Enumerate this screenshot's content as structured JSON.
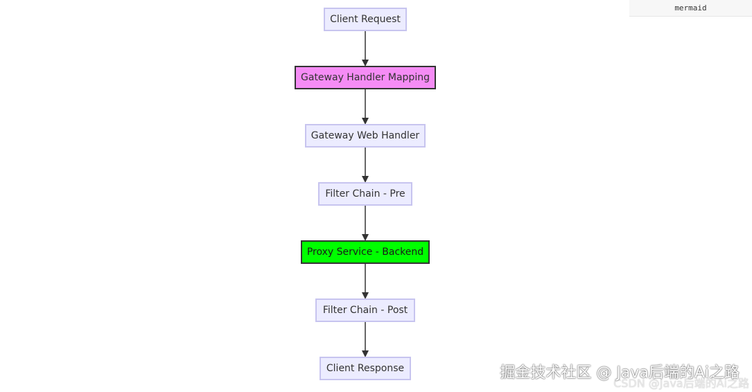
{
  "header": {
    "tag_label": "mermaid"
  },
  "diagram": {
    "nodes": [
      {
        "id": "client-request",
        "label": "Client Request",
        "style": "default"
      },
      {
        "id": "gateway-handler-mapping",
        "label": "Gateway Handler Mapping",
        "style": "pink"
      },
      {
        "id": "gateway-web-handler",
        "label": "Gateway Web Handler",
        "style": "default"
      },
      {
        "id": "filter-chain-pre",
        "label": "Filter Chain - Pre",
        "style": "default"
      },
      {
        "id": "proxy-service-backend",
        "label": "Proxy Service - Backend",
        "style": "green"
      },
      {
        "id": "filter-chain-post",
        "label": "Filter Chain - Post",
        "style": "default"
      },
      {
        "id": "client-response",
        "label": "Client Response",
        "style": "default"
      }
    ],
    "edges": [
      [
        "client-request",
        "gateway-handler-mapping"
      ],
      [
        "gateway-handler-mapping",
        "gateway-web-handler"
      ],
      [
        "gateway-web-handler",
        "filter-chain-pre"
      ],
      [
        "filter-chain-pre",
        "proxy-service-backend"
      ],
      [
        "proxy-service-backend",
        "filter-chain-post"
      ],
      [
        "filter-chain-post",
        "client-response"
      ]
    ],
    "colors": {
      "default_fill": "#ececff",
      "default_stroke": "#c7c4ef",
      "pink_fill": "#f58cf5",
      "green_fill": "#00ff00",
      "edge": "#333333"
    }
  },
  "watermark": {
    "main": "掘金技术社区 @ Java后端的Ai之路",
    "sub": "CSDN @Java后端的Ai之路"
  }
}
